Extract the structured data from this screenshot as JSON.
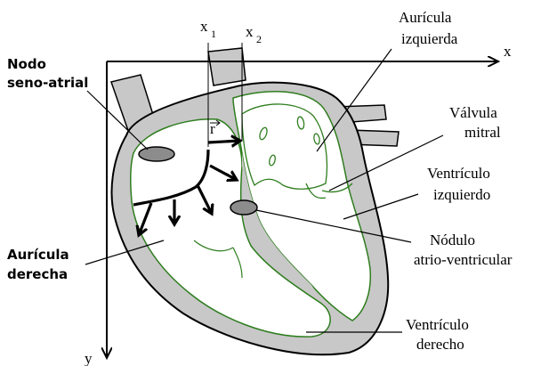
{
  "axes": {
    "x_label": "x",
    "y_label": "y",
    "x1_label": "x",
    "x1_sub": "1",
    "x2_label": "x",
    "x2_sub": "2",
    "r_label": "r"
  },
  "labels": {
    "auricula_izquierda": [
      "Aurícula",
      "izquierda"
    ],
    "nodo_seno_atrial": [
      "Nodo",
      "seno-atrial"
    ],
    "valvula_mitral": [
      "Válvula",
      "mitral"
    ],
    "ventriculo_izquierdo": [
      "Ventrículo",
      "izquierdo"
    ],
    "auricula_derecha": [
      "Aurícula",
      "derecha"
    ],
    "nodulo_atrio_ventricular": [
      "Nódulo",
      "atrio-ventricular"
    ],
    "ventriculo_derecho": [
      "Ventrículo",
      "derecho"
    ]
  },
  "colors": {
    "wall_fill": "#c8c8c8",
    "outline": "#000000",
    "chamber_line": "#2e7d1e",
    "node_fill": "#8c8c8c"
  }
}
